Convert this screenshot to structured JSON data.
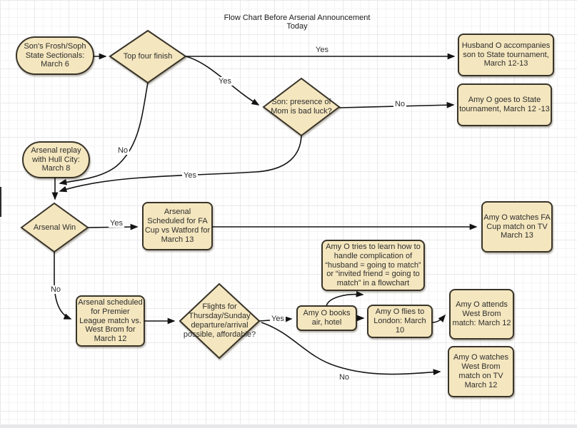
{
  "title": "Flow Chart Before Arsenal Announcement Today",
  "colors": {
    "node_fill": "#F4E6BE",
    "node_border": "#39342A",
    "node_text": "#2E2E2E",
    "connector": "#141414"
  },
  "nodes": {
    "sectionals": {
      "type": "terminator",
      "label": "Son's Frosh/Soph\nState Sectionals:\nMarch 6"
    },
    "top_four": {
      "type": "decision",
      "label": "Top four finish"
    },
    "husband_state": {
      "type": "process",
      "label": "Husband O accompanies\nson to State tournament,\nMarch 12-13"
    },
    "son_mom": {
      "type": "decision",
      "label": "Son: presence of\nMom is bad luck?"
    },
    "amy_state": {
      "type": "process",
      "label": "Amy O goes to State\ntournament, March 12 -13"
    },
    "hull_replay": {
      "type": "terminator",
      "label": "Arsenal replay\nwith Hull City:\nMarch 8"
    },
    "arsenal_win": {
      "type": "decision",
      "label": "Arsenal Win"
    },
    "fa_cup": {
      "type": "process",
      "label": "Arsenal\nScheduled for FA\nCup vs Watford for\nMarch 13"
    },
    "amy_fa_tv": {
      "type": "process",
      "label": "Amy O watches FA\nCup match on TV\nMarch 13"
    },
    "premier": {
      "type": "process",
      "label": "Arsenal scheduled\nfor Premier\nLeague match vs.\nWest Brom for\nMarch 12"
    },
    "flights": {
      "type": "decision",
      "label": "Flights for\nThursday/Sunday\ndeparture/arrival\npossible, affordable?"
    },
    "books": {
      "type": "process",
      "label": "Amy O books\nair, hotel"
    },
    "tries": {
      "type": "process",
      "label": "Amy O tries to learn how to\nhandle complication of\n“husband = going to match”\nor “invited friend = going to\nmatch” in a flowchart"
    },
    "flies": {
      "type": "process",
      "label": "Amy O flies to\nLondon: March\n10"
    },
    "attends": {
      "type": "process",
      "label": "Amy O attends\nWest Brom\nmatch: March 12"
    },
    "watches_wb": {
      "type": "process",
      "label": "Amy O watches\nWest Brom\nmatch on TV\nMarch 12"
    }
  },
  "edge_labels": {
    "topfour_husband": "Yes",
    "topfour_son": "Yes",
    "topfour_no": "No",
    "sonmom_no": "No",
    "sonmom_yes": "Yes",
    "win_yes": "Yes",
    "win_no": "No",
    "flights_yes": "Yes",
    "flights_no": "No"
  }
}
